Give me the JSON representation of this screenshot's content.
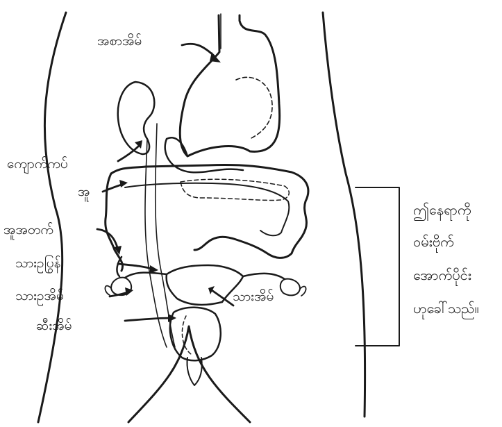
{
  "labels": {
    "stomach": "အစာအိမ်",
    "kidney": "ကျောက်ကပ်",
    "intestine": "အူ",
    "appendix": "အူအတက်",
    "fallopian_tube": "သားဥပြွန်",
    "ovary": "သားဥအိမ်",
    "uterus": "သားအိမ်",
    "bladder": "ဆီးအိမ်"
  },
  "side_note": {
    "line1": "ဤနေရာကို",
    "line2": "ဝမ်းဗိုက်",
    "line3": "အောက်ပိုင်း",
    "line4": "ဟုခေါ်သည်။"
  }
}
